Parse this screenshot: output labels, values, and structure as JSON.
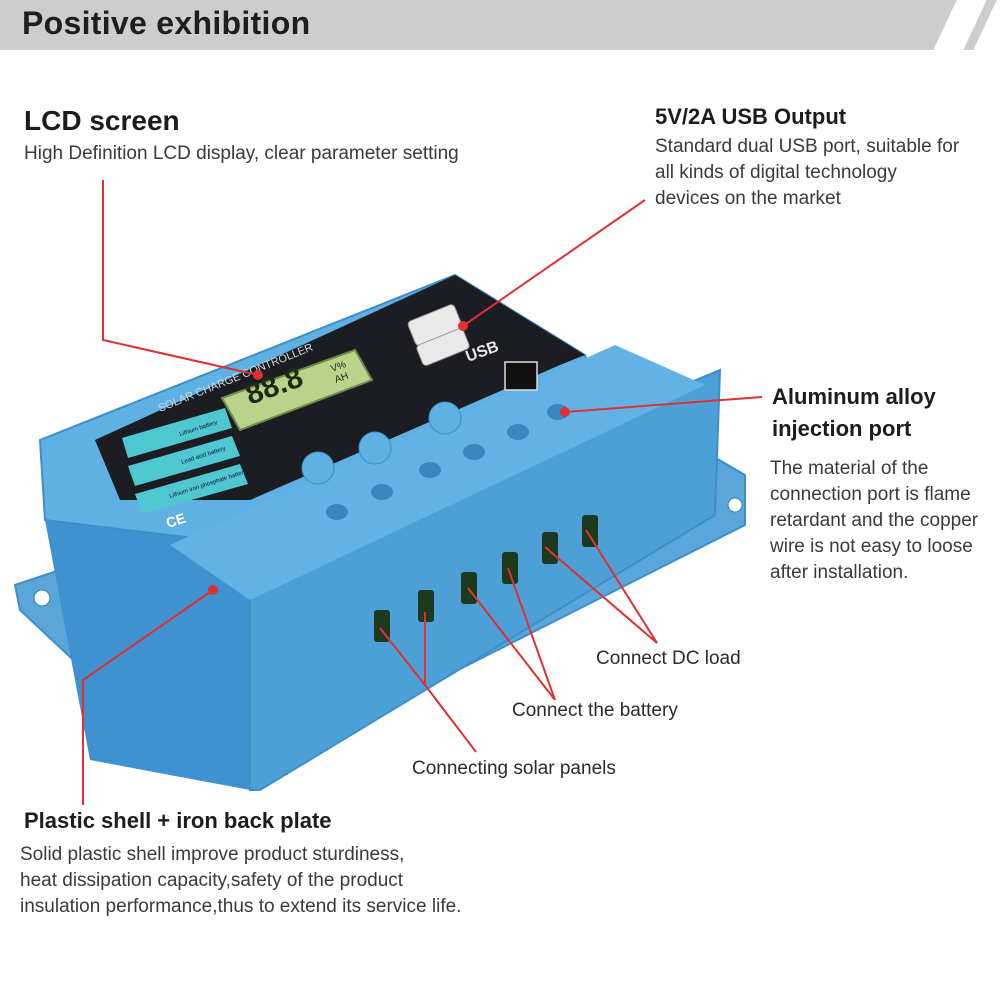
{
  "header": {
    "title": "Positive exhibition"
  },
  "lcd_section": {
    "title": "LCD screen",
    "description": "High Definition LCD display, clear parameter setting"
  },
  "usb_section": {
    "title": "5V/2A USB Output",
    "description": "Standard dual USB port, suitable for\nall kinds of digital technology\ndevices on the market"
  },
  "aluminum_section": {
    "title_line1": "Aluminum alloy",
    "title_line2": "injection port",
    "description": "The material of the\nconnection port is flame\nretardant and the copper\nwire is not easy to loose\nafter installation."
  },
  "callouts": {
    "dc_load": "Connect DC load",
    "battery": "Connect the battery",
    "solar": "Connecting solar panels"
  },
  "shell_section": {
    "title": "Plastic shell + iron back plate",
    "description": "Solid plastic shell improve product sturdiness,\nheat dissipation capacity,safety of the product\ninsulation performance,thus to extend its service life."
  },
  "device": {
    "panel_label": "SOLAR CHARGE CONTROLLER",
    "lcd_digits": "88.8",
    "lcd_units_top": "V%",
    "lcd_units_bottom": "AH",
    "usb_label": "USB",
    "battery_types": [
      "Lithium battery",
      "Lead acid battery",
      "Lithium iron phosphate battery"
    ],
    "ce_mark": "CE",
    "colors": {
      "shell": "#4f9fd6",
      "shell_dark": "#2f7fba",
      "panel": "#1b1d22",
      "lcd": "#b9d38a",
      "accent_line": "#e03030"
    }
  }
}
